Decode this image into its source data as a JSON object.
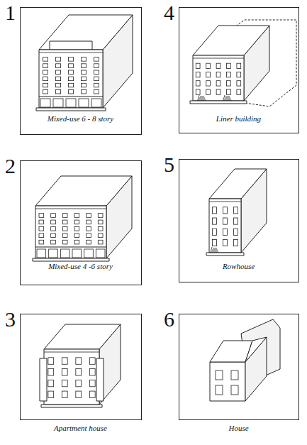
{
  "diagram": {
    "nodes": [
      {
        "text": [
          "1",
          "Mixed-use 6 - 8 story"
        ]
      },
      {
        "text": [
          "4",
          "Liner building"
        ]
      },
      {
        "text": [
          "2",
          "Mixed-use 4 -6 story"
        ]
      },
      {
        "text": [
          "5",
          "Rowhouse"
        ]
      },
      {
        "text": [
          "3",
          "Apartment house"
        ]
      },
      {
        "text": [
          "6",
          "House"
        ]
      }
    ],
    "labels": []
  }
}
